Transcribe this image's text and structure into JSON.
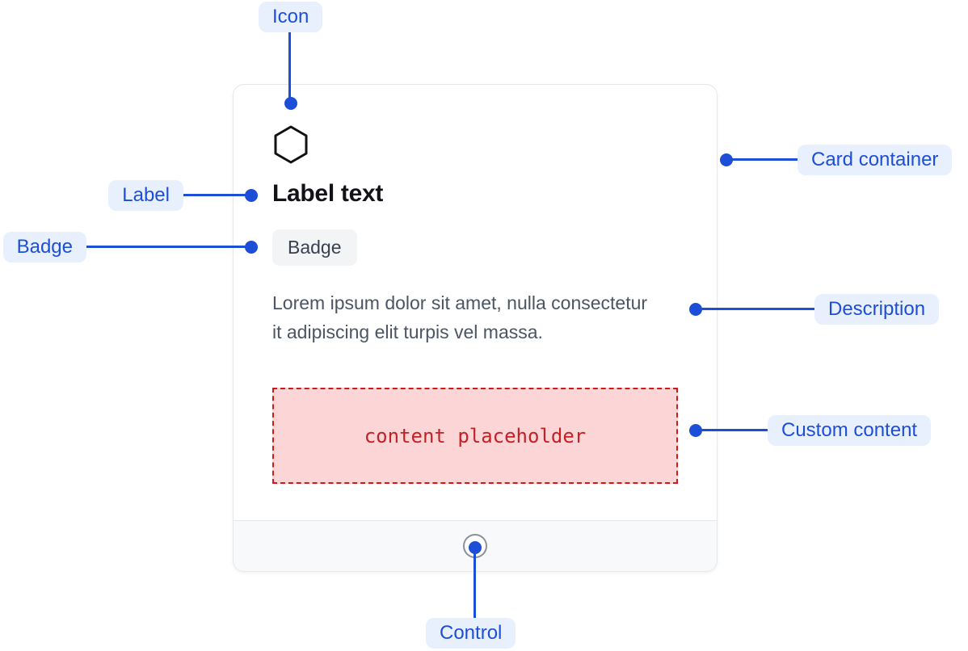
{
  "callouts": {
    "icon": {
      "label": "Icon"
    },
    "label": {
      "label": "Label"
    },
    "badge": {
      "label": "Badge"
    },
    "card_container": {
      "label": "Card container"
    },
    "description": {
      "label": "Description"
    },
    "custom_content": {
      "label": "Custom content"
    },
    "control": {
      "label": "Control"
    }
  },
  "card": {
    "icon": "hexagon-icon",
    "label_text": "Label text",
    "badge_text": "Badge",
    "description": "Lorem ipsum dolor sit amet, nulla consectetur it adipiscing elit turpis vel massa.",
    "custom_content_placeholder": "content placeholder"
  },
  "colors": {
    "annotation_blue": "#1d4ed8",
    "annotation_pill_bg": "#e8f0fe",
    "card_bg": "#ffffff",
    "card_border": "#e5e7eb",
    "footer_bg": "#f8f9fa",
    "separator": "#e5e7eb",
    "badge_bg": "#f3f4f6",
    "badge_text": "#374151",
    "title_text": "#111318",
    "description_text": "#4b5563",
    "placeholder_bg": "#fcd6d7",
    "placeholder_border": "#d01919",
    "placeholder_text": "#c42127",
    "icon_stroke": "#111111",
    "control_border": "#8a909a"
  }
}
